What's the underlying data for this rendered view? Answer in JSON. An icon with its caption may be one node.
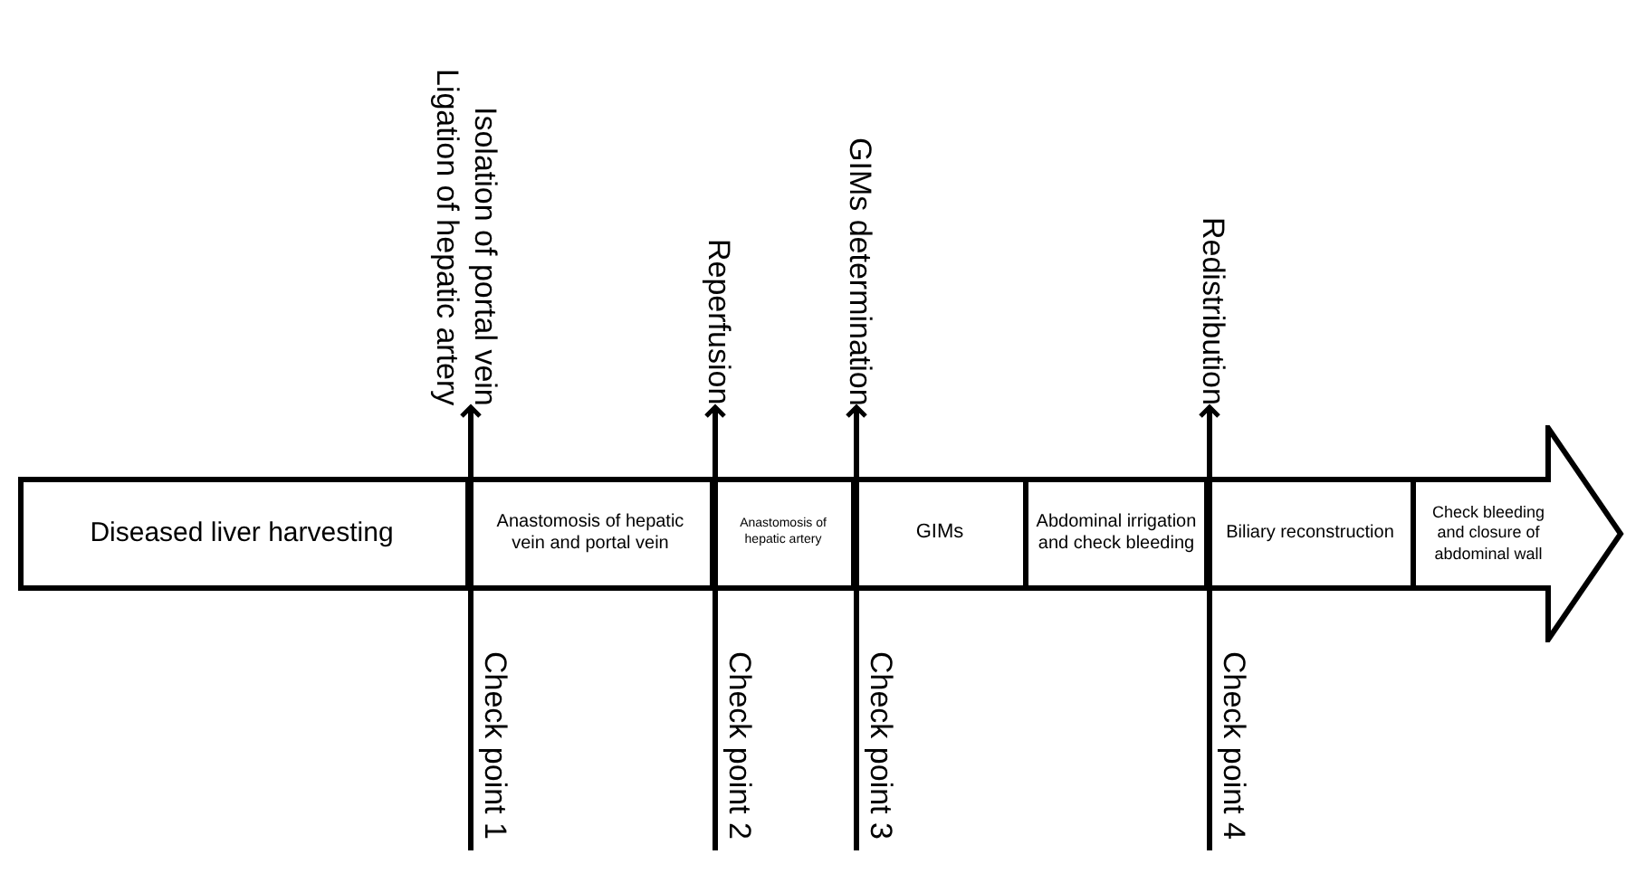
{
  "diagram": {
    "nodes": [
      {
        "text": [
          "Isolation of portal vein",
          "Ligation of hepatic artery"
        ]
      },
      {
        "text": [
          "Reperfusion"
        ]
      },
      {
        "text": [
          "GIMs determination"
        ]
      },
      {
        "text": [
          "Redistribution"
        ]
      },
      {
        "text": [],
        "shape": "arrow"
      },
      {
        "text": [
          "Diseased liver harvesting"
        ],
        "in": 4
      },
      {
        "text": [
          "Anastomosis of hepatic vein and portal vein"
        ],
        "in": 4
      },
      {
        "text": [
          "Anastomosis of hepatic artery"
        ],
        "in": 4
      },
      {
        "text": [
          "GIMs"
        ],
        "in": 4
      },
      {
        "text": [
          "Abdominal irrigation and check bleeding"
        ],
        "in": 4
      },
      {
        "text": [
          "Biliary reconstruction"
        ],
        "in": 4
      },
      {
        "text": [
          "Check bleeding and closure of abdominal wall"
        ],
        "in": 4
      },
      {
        "text": [
          "Check point 1"
        ]
      },
      {
        "text": [
          "Check point 2"
        ]
      },
      {
        "text": [
          "Check point 3"
        ]
      },
      {
        "text": [
          "Check point 4"
        ]
      }
    ],
    "edges": [
      {
        "from": 12,
        "to": 0,
        "arrow": "to"
      },
      {
        "from": 13,
        "to": 1,
        "arrow": "to"
      },
      {
        "from": 14,
        "to": 2,
        "arrow": "to"
      },
      {
        "from": 15,
        "to": 3,
        "arrow": "to"
      }
    ]
  }
}
